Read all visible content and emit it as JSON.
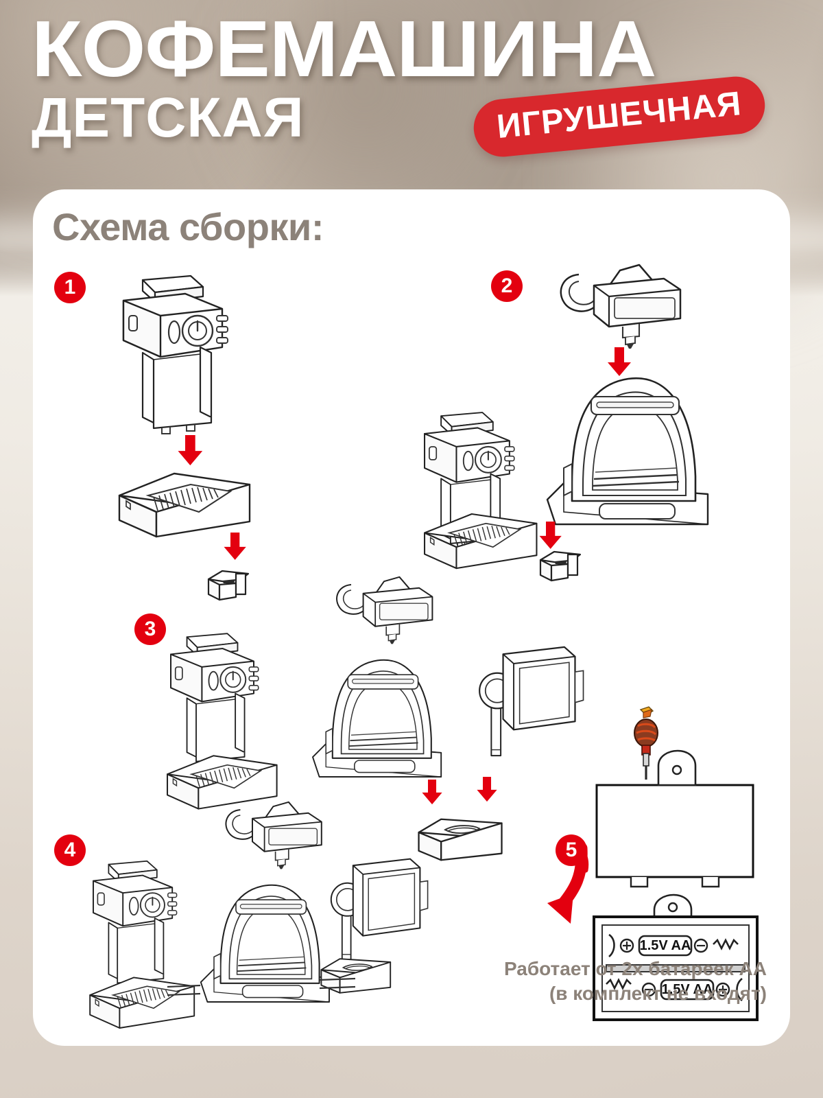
{
  "header": {
    "title_line1": "КОФЕМАШИНА",
    "title_line2": "ДЕТСКАЯ",
    "badge": "ИГРУШЕЧНАЯ"
  },
  "card": {
    "title": "Схема сборки:"
  },
  "steps": [
    {
      "number": "1"
    },
    {
      "number": "2"
    },
    {
      "number": "3"
    },
    {
      "number": "4"
    },
    {
      "number": "5"
    }
  ],
  "battery": {
    "cell_top_label": "1.5V AA",
    "cell_bottom_label": "1.5V AA",
    "note_line1": "Работает от 2х батареек АА",
    "note_line2": "(в комплект не входят)"
  },
  "colors": {
    "accent_red": "#e3000f",
    "badge_red": "#d8282d",
    "muted_text": "#8c8279",
    "card_bg": "#ffffff",
    "page_bg": "#d9d0c6",
    "line": "#1a1a1a"
  }
}
